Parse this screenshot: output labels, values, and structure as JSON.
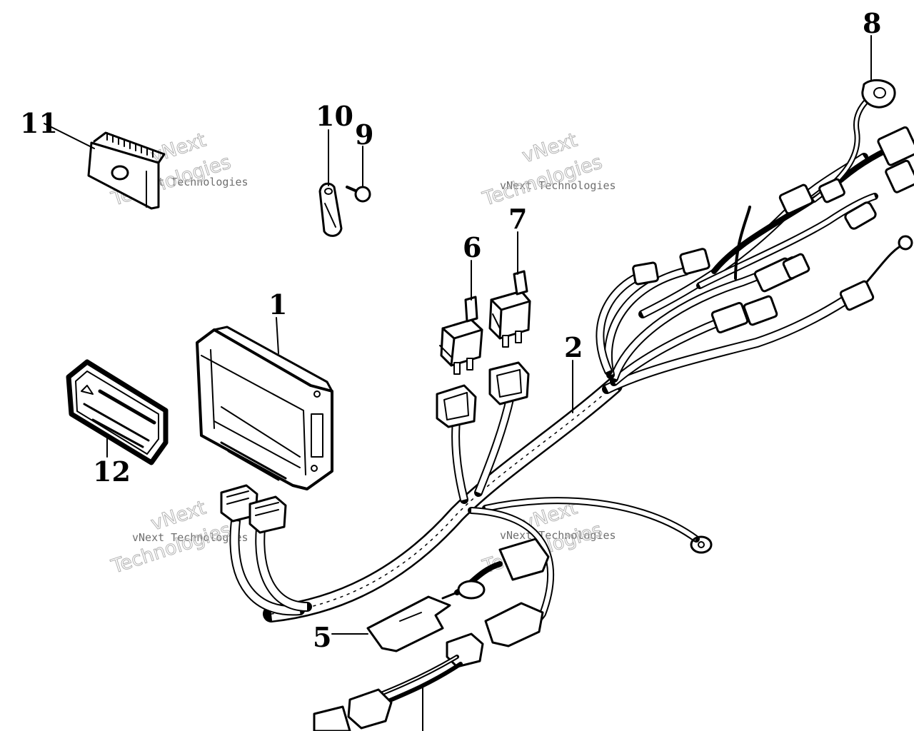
{
  "diagram": {
    "callouts": [
      {
        "id": "1",
        "label": "1"
      },
      {
        "id": "2",
        "label": "2"
      },
      {
        "id": "5",
        "label": "5"
      },
      {
        "id": "6",
        "label": "6"
      },
      {
        "id": "7",
        "label": "7"
      },
      {
        "id": "8",
        "label": "8"
      },
      {
        "id": "9",
        "label": "9"
      },
      {
        "id": "10",
        "label": "10"
      },
      {
        "id": "11",
        "label": "11"
      },
      {
        "id": "12",
        "label": "12"
      }
    ],
    "watermark": {
      "line1": "vNext Technologies",
      "line2": "vNext",
      "line3": "Technologies"
    }
  }
}
